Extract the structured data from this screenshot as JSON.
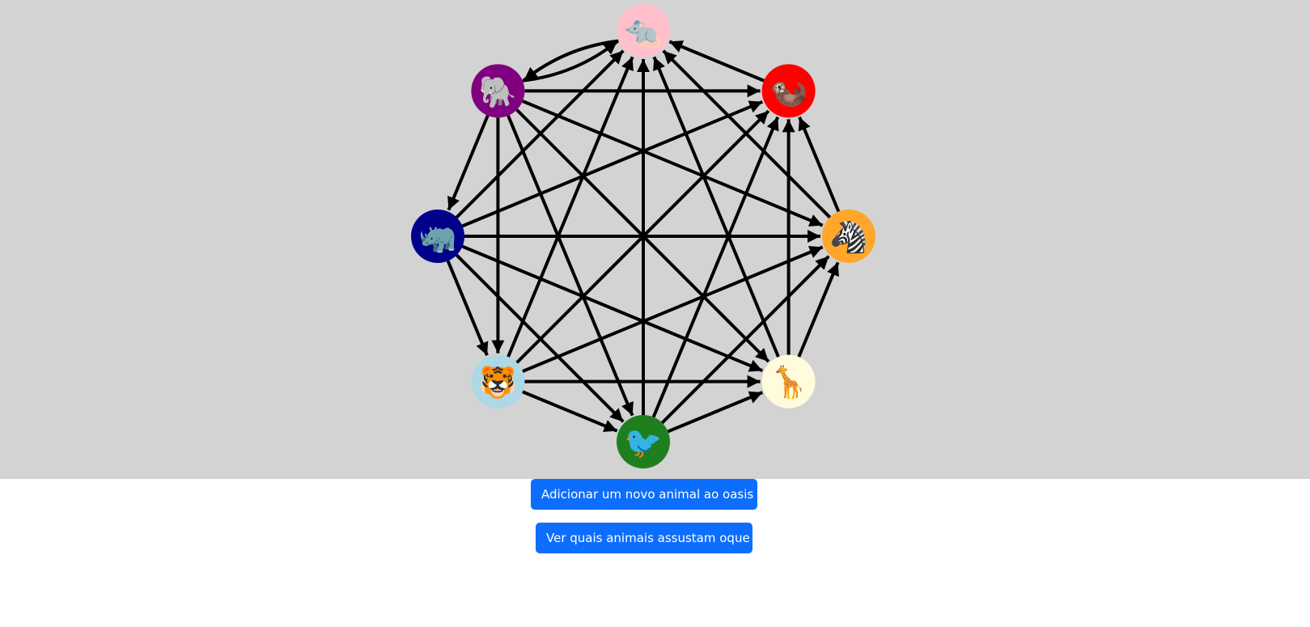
{
  "colors": {
    "graph_background": "#d3d3d3",
    "edge": "#000000",
    "button": "#0d6efd",
    "button_text": "#ffffff"
  },
  "animals": [
    {
      "id": "mouse",
      "icon": "mouse-icon",
      "color": "#ffc0cb",
      "glyph": "🐀"
    },
    {
      "id": "meerkat",
      "icon": "meerkat-icon",
      "color": "#ff0000",
      "glyph": "🦦"
    },
    {
      "id": "zebra",
      "icon": "zebra-icon",
      "color": "#ffa62b",
      "glyph": "🦓"
    },
    {
      "id": "giraffe",
      "icon": "giraffe-icon",
      "color": "#fffbdd",
      "glyph": "🦒"
    },
    {
      "id": "ostrich",
      "icon": "ostrich-icon",
      "color": "#1f7f1f",
      "glyph": "🐦"
    },
    {
      "id": "tiger",
      "icon": "tiger-icon",
      "color": "#add8e6",
      "glyph": "🐯"
    },
    {
      "id": "rhino",
      "icon": "rhino-icon",
      "color": "#00008b",
      "glyph": "🦏"
    },
    {
      "id": "elephant",
      "icon": "elephant-icon",
      "color": "#800080",
      "glyph": "🐘"
    }
  ],
  "edges": [
    [
      "mouse",
      "elephant"
    ],
    [
      "elephant",
      "mouse"
    ],
    [
      "elephant",
      "meerkat"
    ],
    [
      "elephant",
      "zebra"
    ],
    [
      "elephant",
      "giraffe"
    ],
    [
      "elephant",
      "ostrich"
    ],
    [
      "elephant",
      "tiger"
    ],
    [
      "elephant",
      "rhino"
    ],
    [
      "meerkat",
      "mouse"
    ],
    [
      "zebra",
      "mouse"
    ],
    [
      "zebra",
      "meerkat"
    ],
    [
      "giraffe",
      "mouse"
    ],
    [
      "giraffe",
      "meerkat"
    ],
    [
      "giraffe",
      "zebra"
    ],
    [
      "ostrich",
      "mouse"
    ],
    [
      "ostrich",
      "meerkat"
    ],
    [
      "ostrich",
      "zebra"
    ],
    [
      "ostrich",
      "giraffe"
    ],
    [
      "tiger",
      "mouse"
    ],
    [
      "tiger",
      "meerkat"
    ],
    [
      "tiger",
      "zebra"
    ],
    [
      "tiger",
      "giraffe"
    ],
    [
      "tiger",
      "ostrich"
    ],
    [
      "rhino",
      "mouse"
    ],
    [
      "rhino",
      "meerkat"
    ],
    [
      "rhino",
      "zebra"
    ],
    [
      "rhino",
      "giraffe"
    ],
    [
      "rhino",
      "ostrich"
    ],
    [
      "rhino",
      "tiger"
    ]
  ],
  "buttons": {
    "add_animal": "Adicionar um novo animal ao oasis",
    "view_scares": "Ver quais animais assustam oque"
  }
}
